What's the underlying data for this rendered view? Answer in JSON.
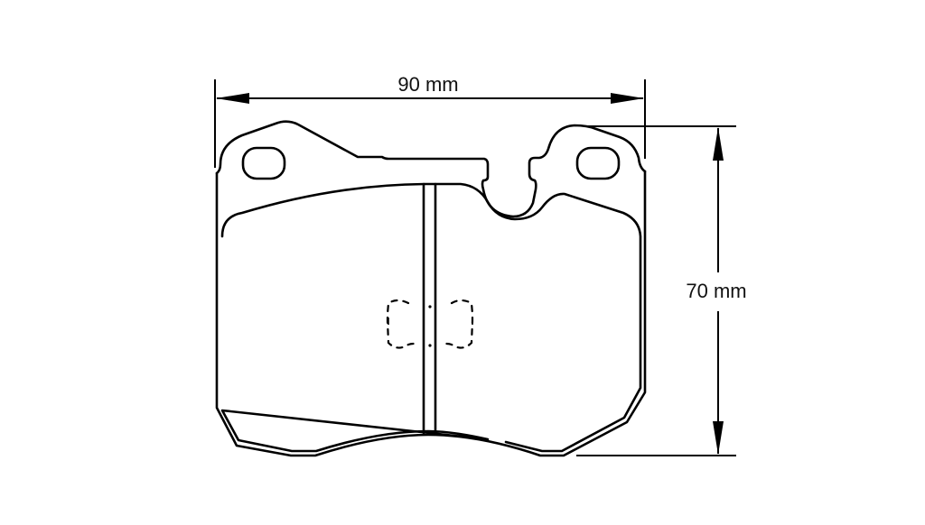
{
  "diagram": {
    "subject": "brake pad outline drawing",
    "stroke_color": "#000000",
    "background_color": "#ffffff",
    "dimensions": {
      "width": {
        "label": "90 mm",
        "value": 90,
        "unit": "mm"
      },
      "height": {
        "label": "70 mm",
        "value": 70,
        "unit": "mm"
      }
    },
    "features": [
      "backing-plate",
      "friction-material",
      "center-slot",
      "left-mounting-hole",
      "right-mounting-hole",
      "center-notch",
      "sensor-outline-dashed"
    ]
  }
}
